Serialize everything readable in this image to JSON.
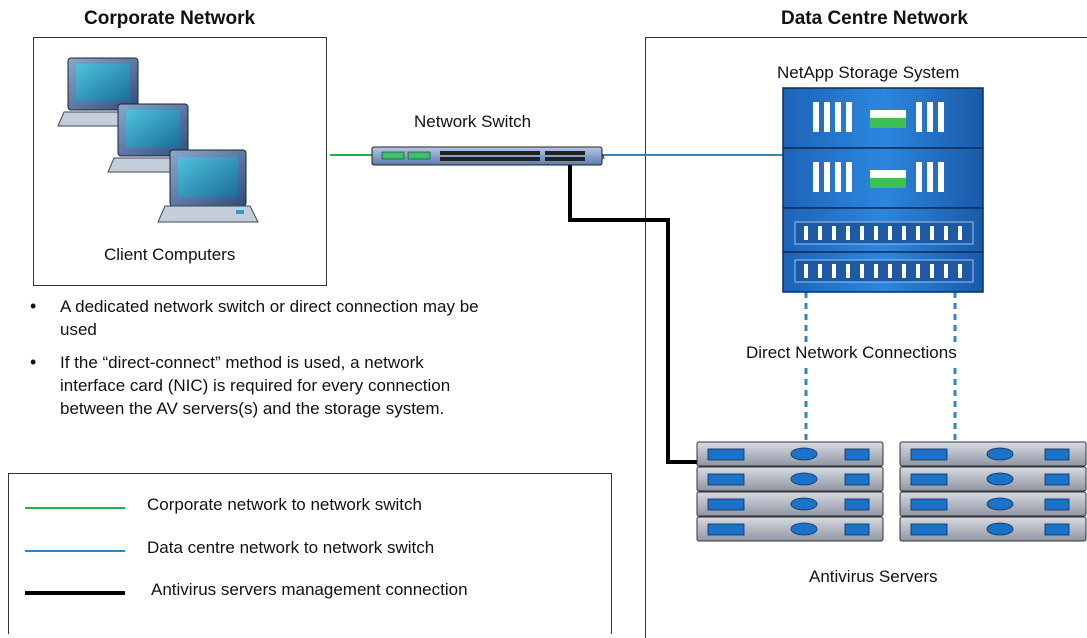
{
  "corporate": {
    "title": "Corporate Network",
    "clients_label": "Client Computers"
  },
  "datacentre": {
    "title": "Data Centre Network",
    "storage_label": "NetApp Storage System",
    "direct_label": "Direct Network Connections",
    "av_label": "Antivirus Servers"
  },
  "switch": {
    "label": "Network Switch"
  },
  "notes": [
    "A dedicated network switch or direct connection may be used",
    "If the “direct-connect” method is used, a network interface card (NIC) is required for every connection between the AV servers(s) and the storage system."
  ],
  "legend": [
    {
      "label": "Corporate network to network switch",
      "color": "#22b04a"
    },
    {
      "label": "Data centre network to network switch",
      "color": "#2e86c8"
    },
    {
      "label": "Antivirus servers management connection",
      "color": "#000000"
    }
  ]
}
